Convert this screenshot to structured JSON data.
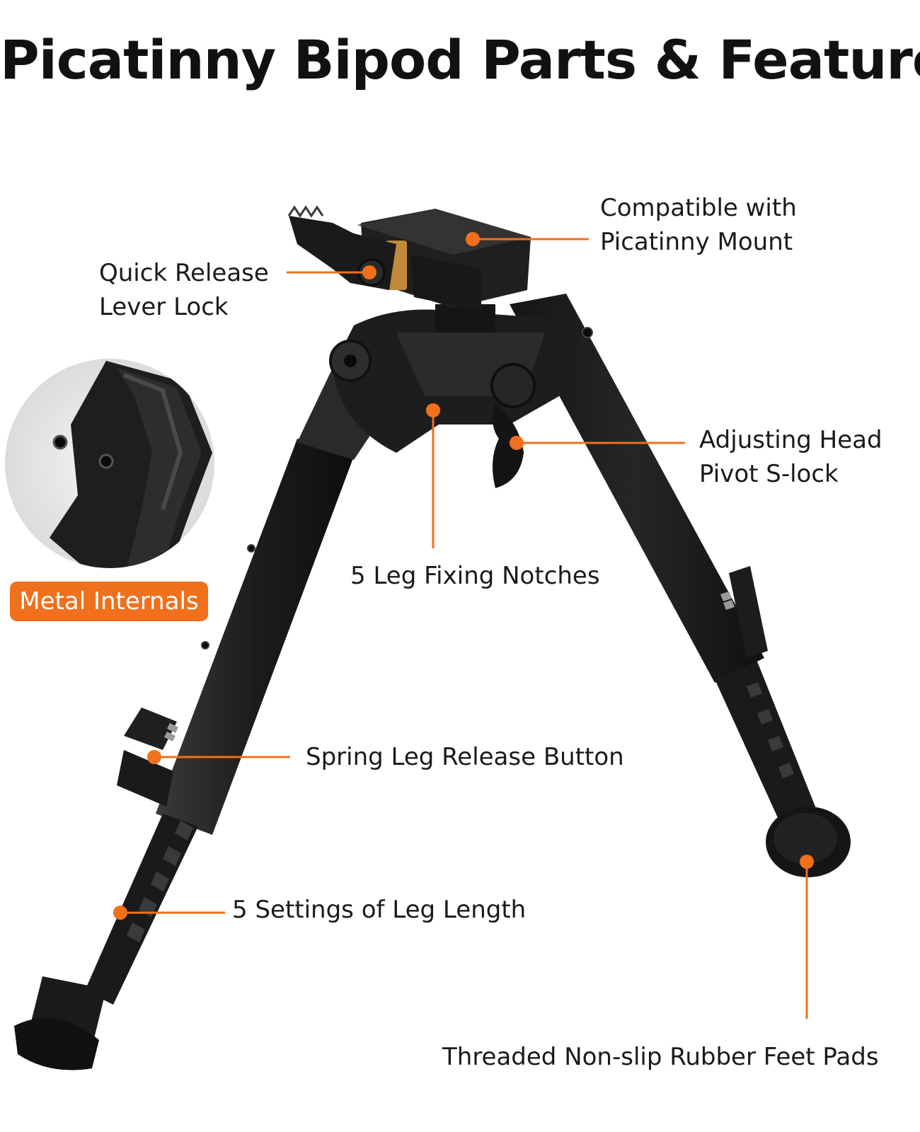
{
  "title": "Picatinny Bipod Parts & Features",
  "badge": "Metal Internals",
  "accent_color": "#f0701c",
  "labels": {
    "compatible": [
      "Compatible with",
      "Picatinny Mount"
    ],
    "quick_release": [
      "Quick Release",
      "Lever Lock"
    ],
    "adjusting_head": [
      "Adjusting Head",
      "Pivot S-lock"
    ],
    "fixing_notches": "5 Leg Fixing Notches",
    "spring_release": "Spring Leg Release Button",
    "leg_length": "5 Settings of Leg Length",
    "feet_pads": "Threaded Non-slip Rubber Feet Pads"
  }
}
